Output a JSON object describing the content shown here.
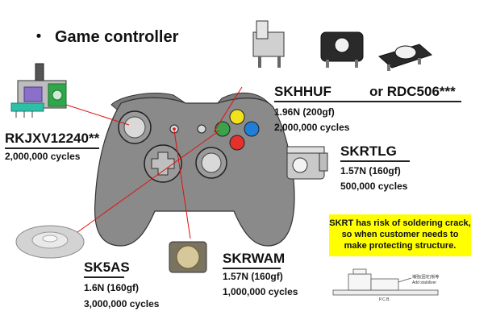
{
  "title": "Game controller",
  "products": {
    "skhhuf": {
      "name": "SKHHUF",
      "alt": "or RDC506***",
      "force": "1.96N (200gf)",
      "life": "2,000,000 cycles"
    },
    "rkjxv": {
      "name": "RKJXV12240**",
      "life": "2,000,000 cycles"
    },
    "skrtlg": {
      "name": "SKRTLG",
      "force": "1.57N (160gf)",
      "life": "500,000 cycles"
    },
    "sk5as": {
      "name": "SK5AS",
      "force": "1.6N (160gf)",
      "life": "3,000,000 cycles"
    },
    "skrwam": {
      "name": "SKRWAM",
      "force": "1.57N (160gf)",
      "life": "1,000,000 cycles"
    }
  },
  "note": {
    "lines": [
      "SKRT has risk of soldering crack,",
      "so when customer needs to",
      "make protecting structure."
    ]
  },
  "stabilizer_drawing": {
    "label_jp": "補強(固定)板等",
    "label_en": "Add stabilizer",
    "pcb_label": "P.C.B."
  },
  "colors": {
    "controller_body": "#8a8a8a",
    "button_yellow": "#f2e21b",
    "button_blue": "#1f7ed6",
    "button_red": "#e4312b",
    "button_green": "#3aa34a",
    "pointer_line": "#e01010",
    "note_bg": "#ffff00"
  }
}
